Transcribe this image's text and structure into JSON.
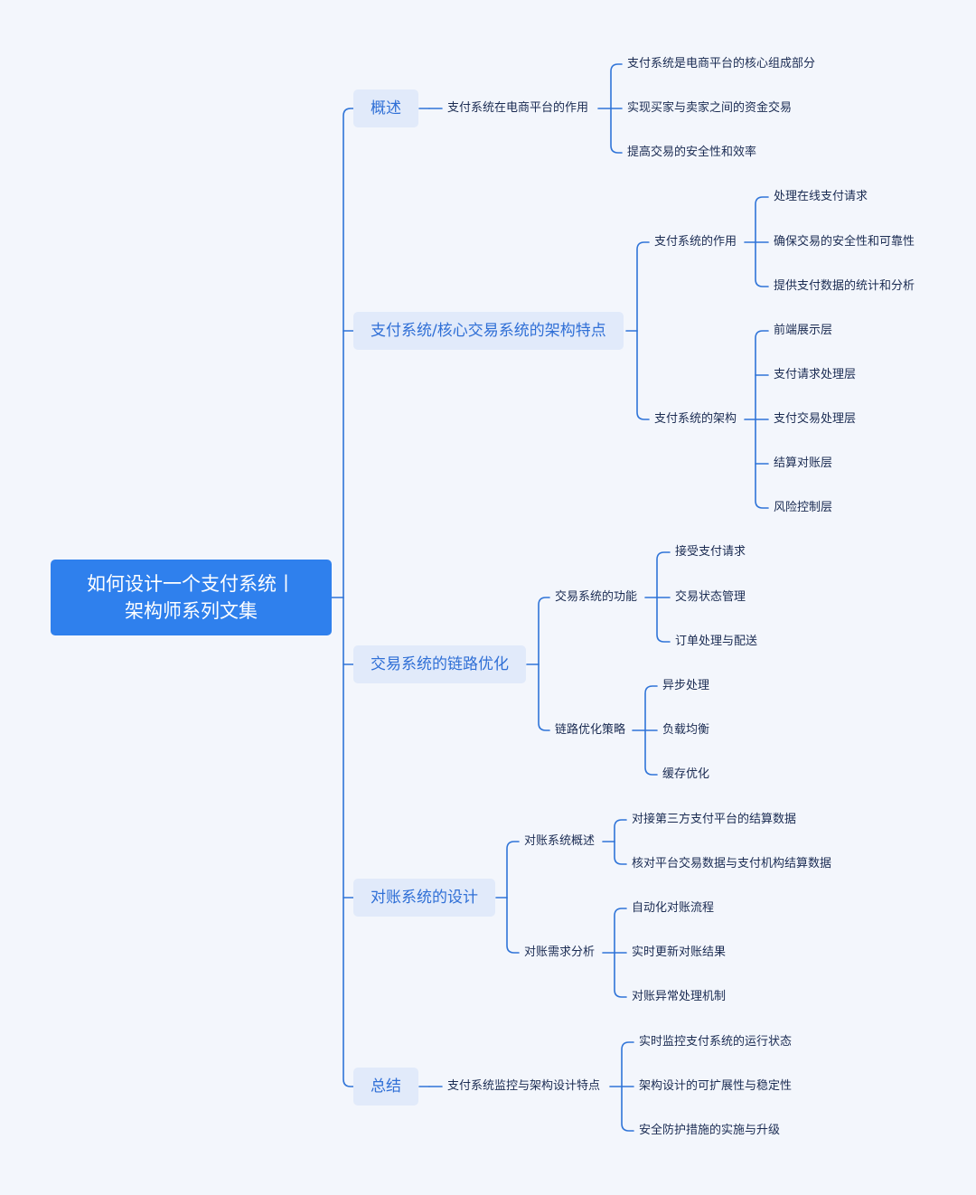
{
  "root": {
    "line1": "如何设计一个支付系统丨",
    "line2": "架构师系列文集"
  },
  "branches": {
    "overview": {
      "label": "概述",
      "sub": {
        "label": "支付系统在电商平台的作用",
        "items": [
          "支付系统是电商平台的核心组成部分",
          "实现买家与卖家之间的资金交易",
          "提高交易的安全性和效率"
        ]
      }
    },
    "architecture": {
      "label": "支付系统/核心交易系统的架构特点",
      "role": {
        "label": "支付系统的作用",
        "items": [
          "处理在线支付请求",
          "确保交易的安全性和可靠性",
          "提供支付数据的统计和分析"
        ]
      },
      "layers": {
        "label": "支付系统的架构",
        "items": [
          "前端展示层",
          "支付请求处理层",
          "支付交易处理层",
          "结算对账层",
          "风险控制层"
        ]
      }
    },
    "optimization": {
      "label": "交易系统的链路优化",
      "functions": {
        "label": "交易系统的功能",
        "items": [
          "接受支付请求",
          "交易状态管理",
          "订单处理与配送"
        ]
      },
      "strategy": {
        "label": "链路优化策略",
        "items": [
          "异步处理",
          "负载均衡",
          "缓存优化"
        ]
      }
    },
    "reconciliation": {
      "label": "对账系统的设计",
      "overview": {
        "label": "对账系统概述",
        "items": [
          "对接第三方支付平台的结算数据",
          "核对平台交易数据与支付机构结算数据"
        ]
      },
      "requirements": {
        "label": "对账需求分析",
        "items": [
          "自动化对账流程",
          "实时更新对账结果",
          "对账异常处理机制"
        ]
      }
    },
    "summary": {
      "label": "总结",
      "sub": {
        "label": "支付系统监控与架构设计特点",
        "items": [
          "实时监控支付系统的运行状态",
          "架构设计的可扩展性与稳定性",
          "安全防护措施的实施与升级"
        ]
      }
    }
  },
  "colors": {
    "line": "#2f74d8",
    "root_bg": "#2f80ed",
    "branch_bg": "#e1eafa",
    "branch_text": "#2f6fd6",
    "leaf_text": "#1a2b52",
    "background": "#f3f6fc"
  }
}
